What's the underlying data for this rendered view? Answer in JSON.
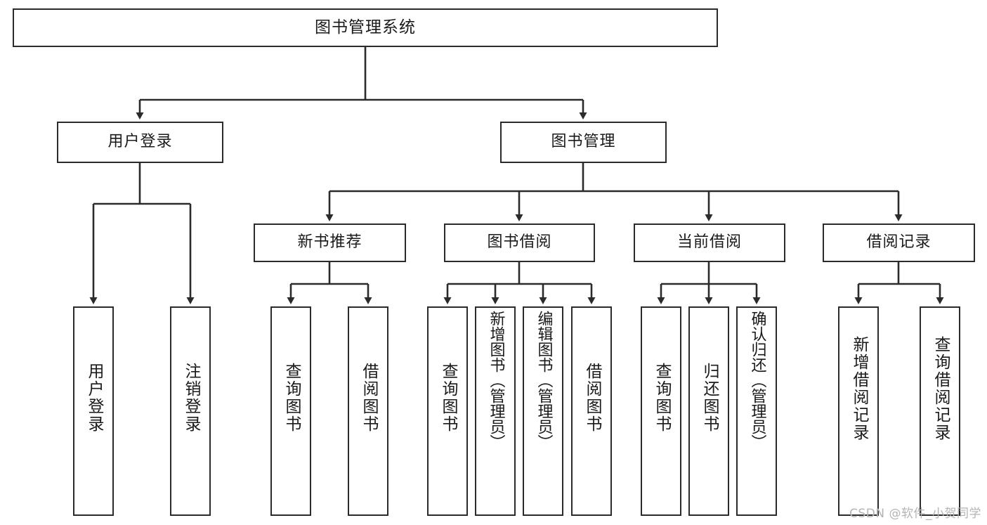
{
  "diagram": {
    "title": "图书管理系统",
    "type": "hierarchy-tree",
    "background": "#ffffff",
    "line_color": "#2b2b2b",
    "box_border_color": "#2b2b2b",
    "text_color": "#1a1a1a"
  },
  "root": {
    "label": "图书管理系统"
  },
  "level2": [
    {
      "label": "用户登录"
    },
    {
      "label": "图书管理"
    }
  ],
  "level3": [
    {
      "label": "新书推荐"
    },
    {
      "label": "图书借阅"
    },
    {
      "label": "当前借阅"
    },
    {
      "label": "借阅记录"
    }
  ],
  "leaves": {
    "user_login": [
      {
        "label": "用户登录"
      },
      {
        "label": "注销登录"
      }
    ],
    "new_book_recommend": [
      {
        "label": "查询图书"
      },
      {
        "label": "借阅图书"
      }
    ],
    "book_borrow": [
      {
        "label": "查询图书"
      },
      {
        "label": "新增图书（管理员）"
      },
      {
        "label": "编辑图书（管理员）"
      },
      {
        "label": "借阅图书"
      }
    ],
    "current_borrow": [
      {
        "label": "查询图书"
      },
      {
        "label": "归还图书"
      },
      {
        "label": "确认归还（管理员）"
      }
    ],
    "borrow_record": [
      {
        "label": "新增借阅记录"
      },
      {
        "label": "查询借阅记录"
      }
    ]
  },
  "watermark": {
    "text": "CSDN @软件_小贺同学"
  }
}
